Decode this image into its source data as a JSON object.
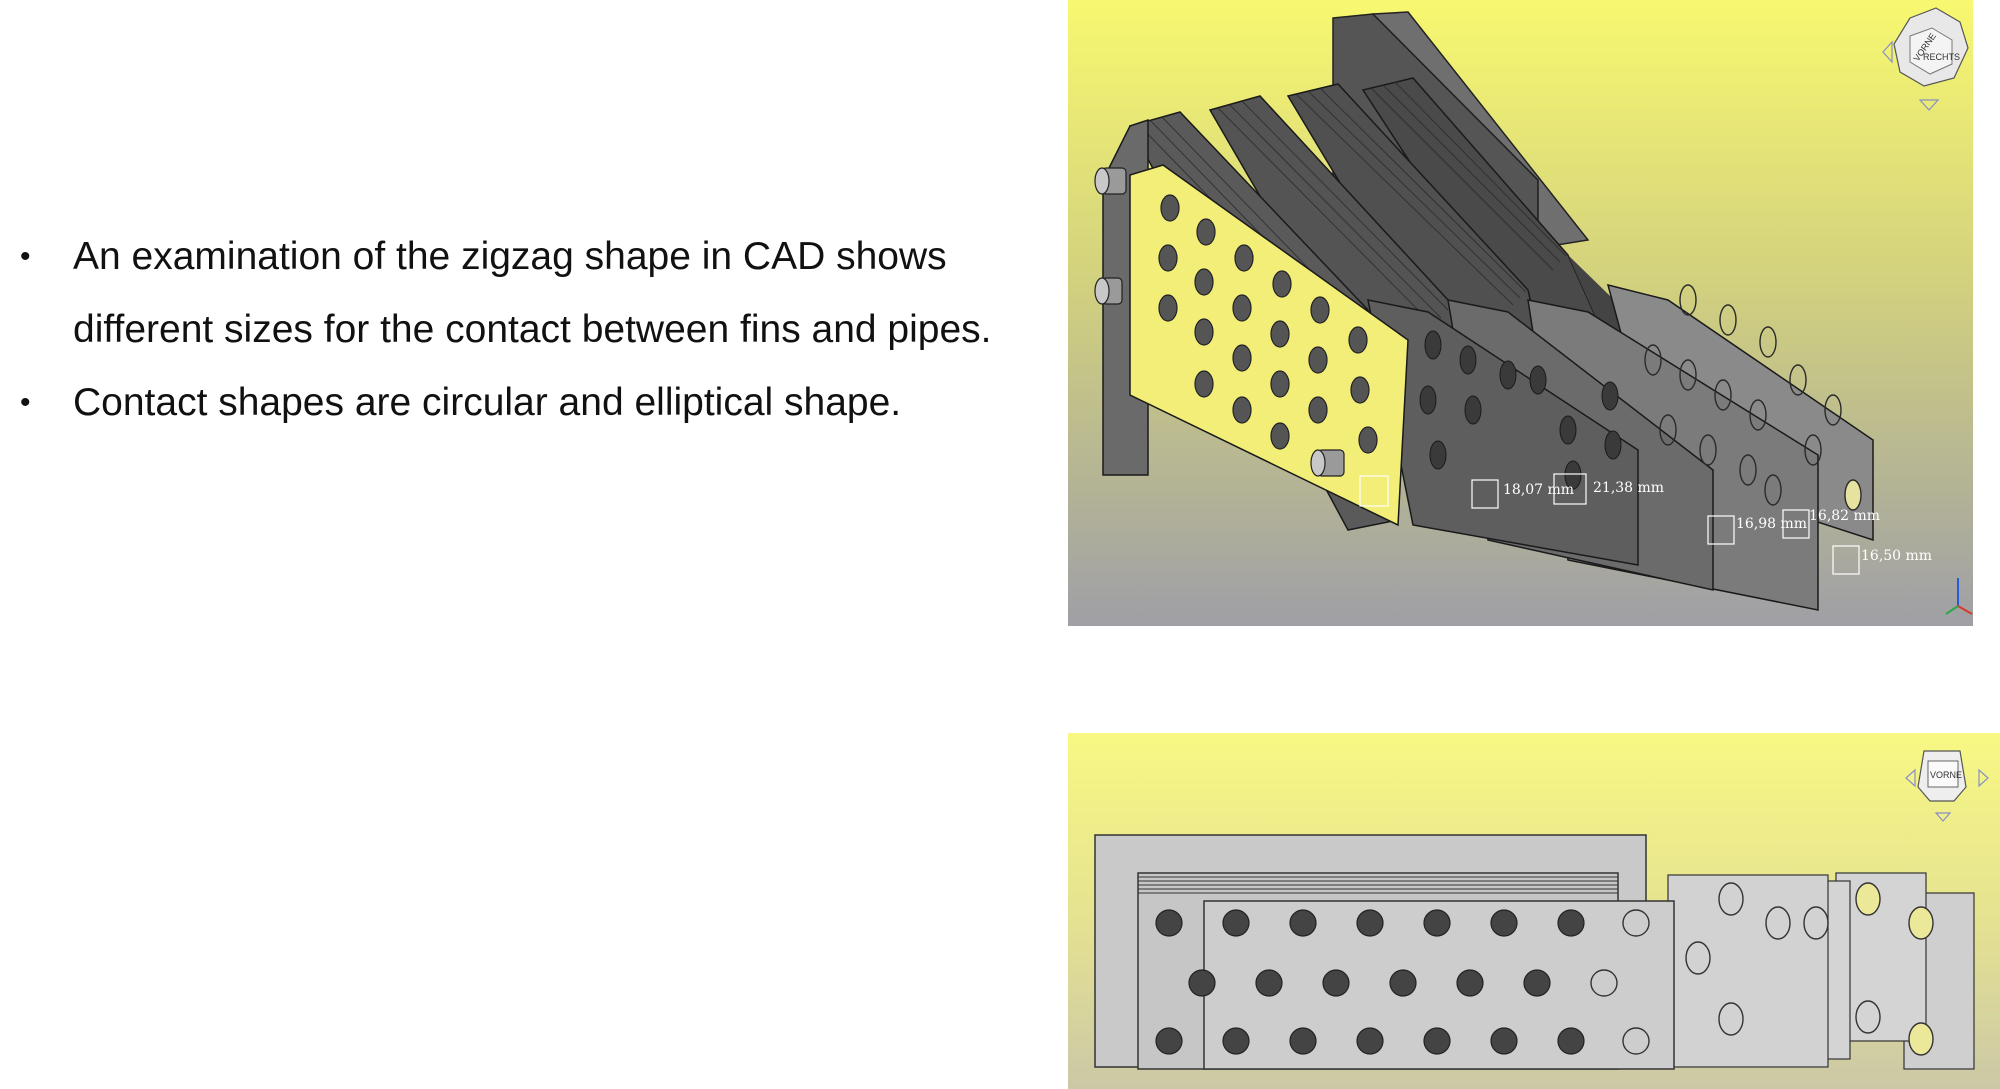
{
  "bullets": [
    "An examination of the zigzag shape in CAD shows different sizes for the contact between fins and pipes.",
    "Contact shapes are circular and elliptical shape."
  ],
  "bullet_glyph": "•",
  "cad_iso_view": {
    "nav_cube_labels": [
      "VORNE",
      "RECHTS"
    ],
    "dimensions": [
      "18,07 mm",
      "21,38 mm",
      "16,98 mm",
      "16,82 mm",
      "16,50 mm"
    ],
    "icons": [
      "nav-cube-icon",
      "axis-triad-icon"
    ]
  },
  "cad_front_view": {
    "nav_cube_label": "VORNE",
    "icons": [
      "nav-cube-icon"
    ]
  }
}
